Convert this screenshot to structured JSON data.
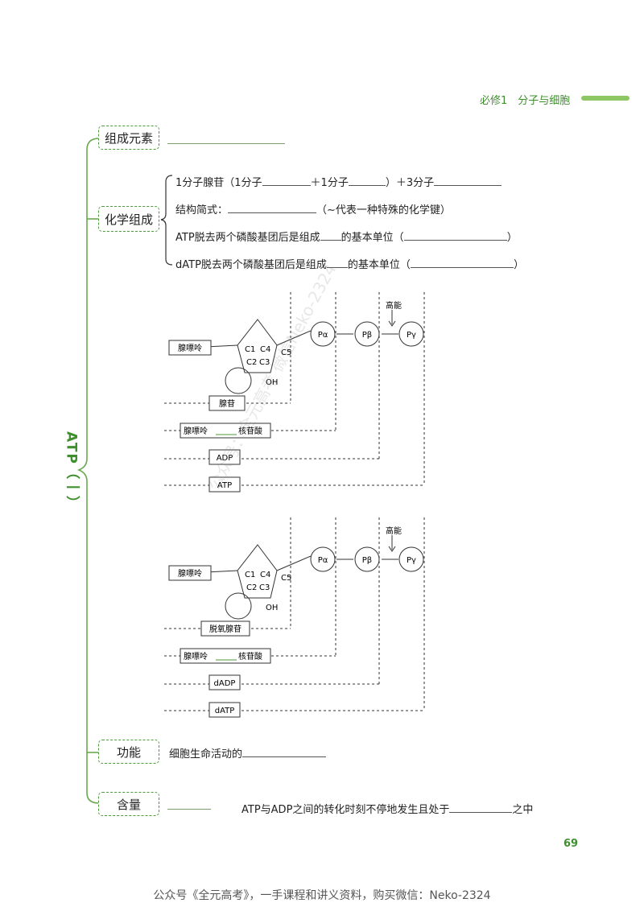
{
  "header": {
    "text": "必修1　分子与细胞"
  },
  "main_title": "ATP（一）",
  "sections": {
    "elements": {
      "label": "组成元素"
    },
    "composition": {
      "label": "化学组成",
      "line1": {
        "a": "1分子腺苷（1分子",
        "b": "＋1分子",
        "c": "）＋3分子"
      },
      "line2": {
        "a": "结构简式：",
        "b": "（∼代表一种特殊的化学键）"
      },
      "line3": {
        "a": "ATP脱去两个磷酸基团后是组成",
        "b": "的基本单位（",
        "c": "）"
      },
      "line4": {
        "a": "dATP脱去两个磷酸基团后是组成",
        "b": "的基本单位（",
        "c": "）"
      }
    },
    "function": {
      "label": "功能",
      "text": "细胞生命活动的"
    },
    "content": {
      "label": "含量",
      "text": "ATP与ADP之间的转化时刻不停地发生且处于",
      "tail": "之中"
    }
  },
  "diagram1": {
    "base": "腺嘌呤",
    "carbons": [
      "C1",
      "C2",
      "C3",
      "C4",
      "C5"
    ],
    "oh": "OH",
    "high_energy": "高能",
    "phosphates": [
      "Pα",
      "Pβ",
      "Pγ"
    ],
    "labels": [
      "腺苷",
      "腺嘌呤",
      "核苷酸",
      "ADP",
      "ATP"
    ]
  },
  "diagram2": {
    "base": "腺嘌呤",
    "carbons": [
      "C1",
      "C2",
      "C3",
      "C4",
      "C5"
    ],
    "oh": "OH",
    "high_energy": "高能",
    "phosphates": [
      "Pα",
      "Pβ",
      "Pγ"
    ],
    "labels": [
      "脱氧腺苷",
      "腺嘌呤",
      "核苷酸",
      "dADP",
      "dATP"
    ]
  },
  "page_number": "69",
  "footer": "公众号《全元高考》，一手课程和讲义资料，购买微信：Neko-2324",
  "watermark": "公众号：全元高考  微信Neko-2324",
  "colors": {
    "green": "#4c9a3a",
    "accent": "#8cc763",
    "line": "#7a9e6e"
  }
}
